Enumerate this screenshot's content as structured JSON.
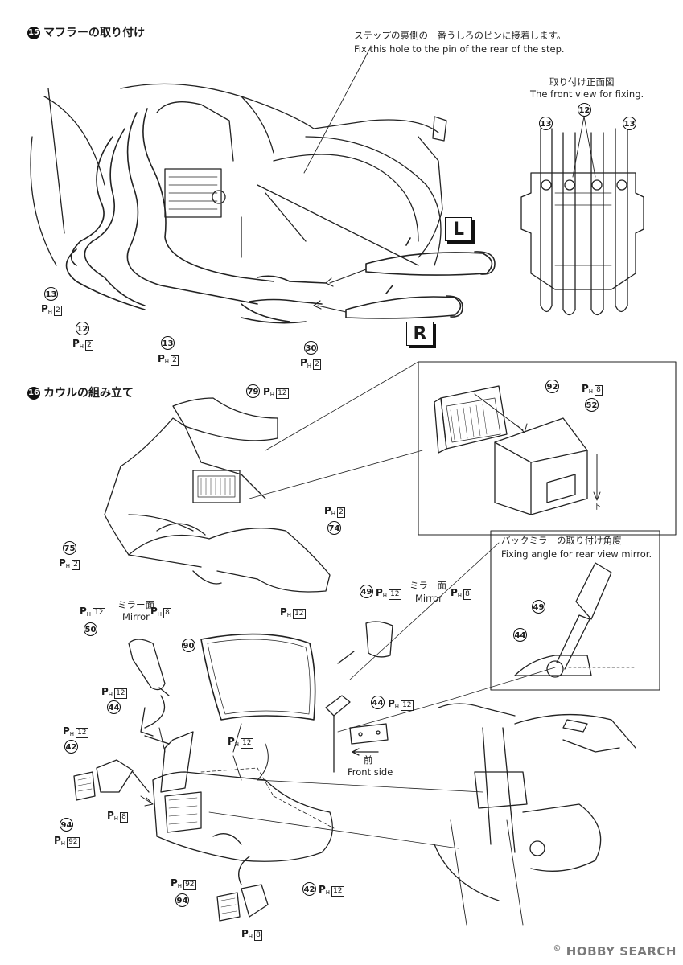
{
  "step15": {
    "number": "15",
    "title": "マフラーの取り付け",
    "note_ja": "ステップの裏側の一番うしろのピンに接着します。",
    "note_en": "Fix this hole to the pin of the rear of the step.",
    "front_view_ja": "取り付け正面図",
    "front_view_en": "The front view for fixing.",
    "side_left": "L",
    "side_right": "R"
  },
  "step16": {
    "number": "16",
    "title": "カウルの組み立て",
    "down_label": "下",
    "front_ja": "前",
    "front_en": "Front side",
    "mirror_angle_ja": "バックミラーの取り付け角度",
    "mirror_angle_en": "Fixing angle for rear view mirror.",
    "mirror_face_ja": "ミラー面",
    "mirror_face_en": "Mirror"
  },
  "callouts": {
    "c13": "13",
    "c12": "12",
    "c30": "30",
    "c79": "79",
    "c92": "92",
    "c52": "52",
    "c75": "75",
    "c74": "74",
    "c49": "49",
    "c44": "44",
    "c50": "50",
    "c90": "90",
    "c42": "42",
    "c94": "94"
  },
  "paint": {
    "ph_prefix": "P",
    "ph_sub": "H",
    "n2": "2",
    "n8": "8",
    "n12": "12",
    "n92": "92"
  },
  "watermark": {
    "symbol": "©",
    "text": "HOBBY SEARCH"
  }
}
